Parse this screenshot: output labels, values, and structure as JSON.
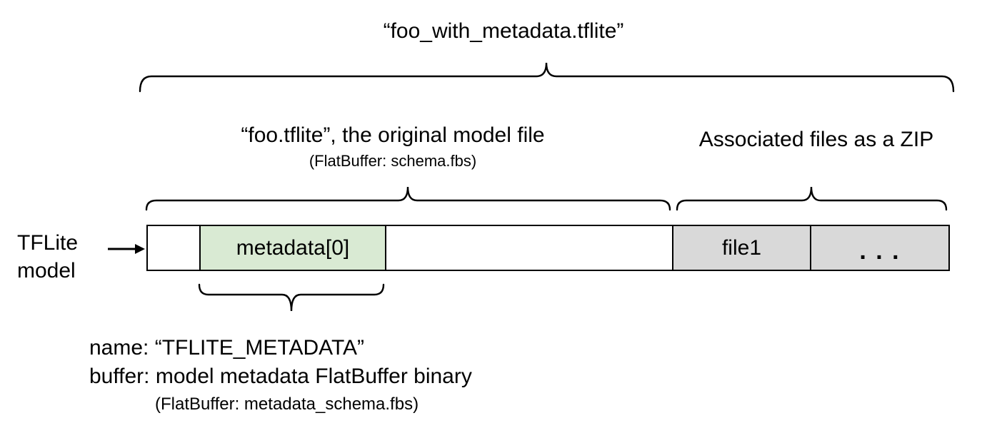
{
  "diagram": {
    "title": "“foo_with_metadata.tflite”",
    "model_section": {
      "label": "“foo.tflite”, the original model file",
      "sublabel": "(FlatBuffer: schema.fbs)"
    },
    "zip_section": {
      "label": "Associated files as a ZIP"
    },
    "pointer": {
      "line1": "TFLite",
      "line2": "model"
    },
    "bar": {
      "segments": [
        {
          "name": "model-header",
          "label": ""
        },
        {
          "name": "metadata-buffer",
          "label": "metadata[0]"
        },
        {
          "name": "model-body",
          "label": ""
        },
        {
          "name": "file1",
          "label": "file1"
        },
        {
          "name": "more-files",
          "label": ". . ."
        }
      ]
    },
    "metadata_annotation": {
      "line1": "name: “TFLITE_METADATA”",
      "line2": "buffer: model metadata FlatBuffer binary",
      "line3": "(FlatBuffer: metadata_schema.fbs)"
    },
    "colors": {
      "metadata_segment": "#d9ead3",
      "file_segment": "#d9d9d9",
      "stroke": "#000000",
      "background": "#ffffff"
    }
  }
}
